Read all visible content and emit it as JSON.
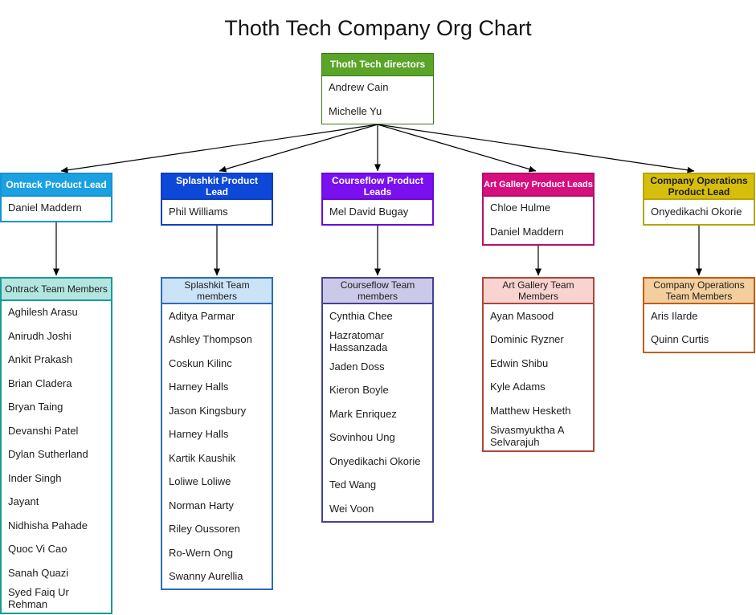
{
  "title": "Thoth Tech Company Org Chart",
  "arrow_color": "#000000",
  "root": {
    "label": "Thoth Tech directors",
    "members": [
      "Andrew Cain",
      "Michelle Yu"
    ],
    "header_bg": "#5aa428",
    "header_text": "#ffffff",
    "border": "#3b7a10"
  },
  "columns": [
    {
      "lead": {
        "label": "Ontrack Product Lead",
        "members": [
          "Daniel Maddern"
        ],
        "header_bg": "#1ba1e2",
        "header_text": "#ffffff",
        "border": "#1592d2"
      },
      "team": {
        "label": "Ontrack Team Members",
        "members": [
          "Aghilesh Arasu",
          "Anirudh Joshi",
          "Ankit Prakash",
          "Brian Cladera",
          "Bryan Taing",
          "Devanshi Patel",
          "Dylan Sutherland",
          "Inder Singh",
          "Jayant",
          "Nidhisha Pahade",
          "Quoc Vi Cao",
          "Sanah Quazi",
          "Syed Faiq Ur Rehman"
        ],
        "header_bg": "#b4e6e1",
        "header_text": "#1c1c1c",
        "border": "#1b9a94"
      }
    },
    {
      "lead": {
        "label": "Splashkit Product Lead",
        "members": [
          "Phil Williams"
        ],
        "header_bg": "#0e48d8",
        "header_text": "#ffffff",
        "border": "#0b3ec0"
      },
      "team": {
        "label": "Splashkit Team members",
        "members": [
          "Aditya Parmar",
          "Ashley Thompson",
          "Coskun Kilinc",
          "Harney Halls",
          "Jason Kingsbury",
          "Harney Halls",
          "Kartik Kaushik",
          "Loliwe Loliwe",
          "Norman Harty",
          "Riley Oussoren",
          "Ro-Wern Ong",
          "Swanny Aurellia"
        ],
        "header_bg": "#cbe3f7",
        "header_text": "#1c1c1c",
        "border": "#2b6cb8"
      }
    },
    {
      "lead": {
        "label": "Courseflow Product Leads",
        "members": [
          "Mel David Bugay"
        ],
        "header_bg": "#7a10f0",
        "header_text": "#ffffff",
        "border": "#6a0ad6"
      },
      "team": {
        "label": "Courseflow Team members",
        "members": [
          "Cynthia Chee",
          "Hazratomar Hassanzada",
          "Jaden Doss",
          "Kieron Boyle",
          "Mark Enriquez",
          "Sovinhou Ung",
          "Onyedikachi Okorie",
          "Ted Wang",
          "Wei Voon"
        ],
        "header_bg": "#ccc9e8",
        "header_text": "#1c1c1c",
        "border": "#454097"
      }
    },
    {
      "lead": {
        "label": "Art Gallery Product Leads",
        "members": [
          "Chloe Hulme",
          "Daniel Maddern"
        ],
        "header_bg": "#d60f7e",
        "header_text": "#ffffff",
        "border": "#b80d69"
      },
      "team": {
        "label": "Art Gallery Team Members",
        "members": [
          "Ayan Masood",
          "Dominic Ryzner",
          "Edwin Shibu",
          "Kyle Adams",
          "Matthew Hesketh",
          "Sivasmyuktha A Selvarajuh"
        ],
        "header_bg": "#f8d3d0",
        "header_text": "#1c1c1c",
        "border": "#b0453a"
      }
    },
    {
      "lead": {
        "label": "Company Operations Product Lead",
        "members": [
          "Onyedikachi Okorie"
        ],
        "header_bg": "#d6be0c",
        "header_text": "#1c1c1c",
        "border": "#b8a40a"
      },
      "team": {
        "label": "Company Operations Team Members",
        "members": [
          "Aris Ilarde",
          "Quinn Curtis"
        ],
        "header_bg": "#f4cf9e",
        "header_text": "#1c1c1c",
        "border": "#c45c11"
      }
    }
  ]
}
